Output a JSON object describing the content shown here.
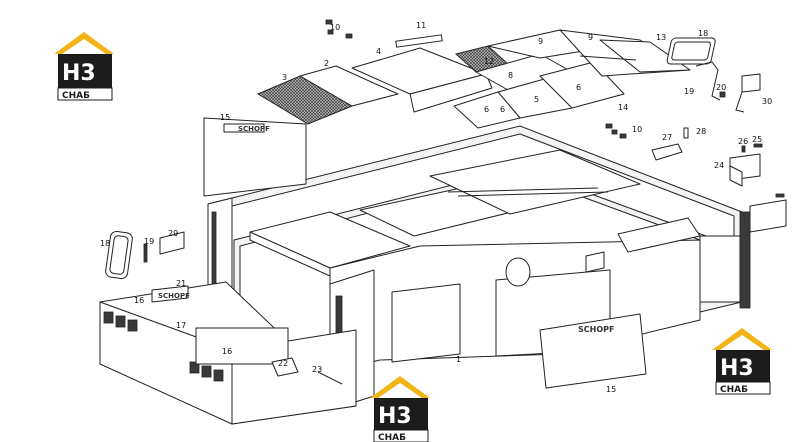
{
  "logo": {
    "mark": "H3",
    "caption": "CHAБ",
    "colors": {
      "roof": "#f2b417",
      "dark": "#1c1c1c",
      "light": "#ffffff"
    }
  },
  "brand_plate": {
    "text": "SCHOPF"
  },
  "callouts": [
    "1",
    "2",
    "3",
    "4",
    "5",
    "6",
    "6",
    "6",
    "8",
    "9",
    "9",
    "10",
    "10",
    "11",
    "12",
    "13",
    "14",
    "15",
    "15",
    "16",
    "16",
    "17",
    "18",
    "18",
    "19",
    "19",
    "20",
    "21",
    "22",
    "23",
    "24",
    "25",
    "26",
    "27",
    "28",
    "29",
    "30"
  ]
}
